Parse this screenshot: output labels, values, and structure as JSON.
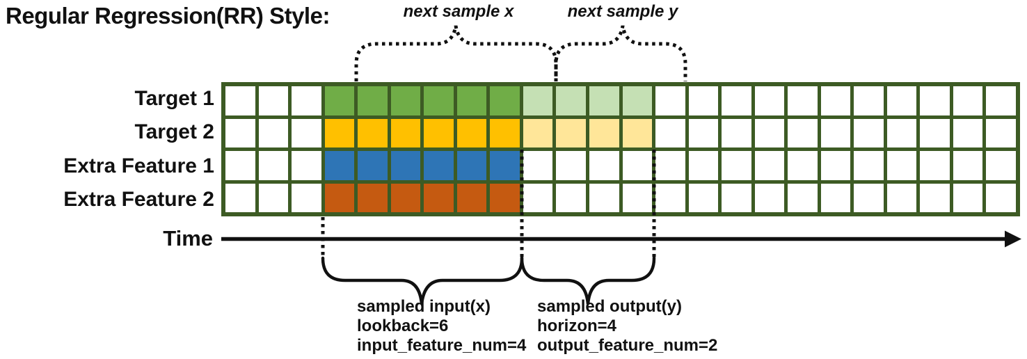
{
  "title": "Regular Regression(RR) Style:",
  "top_annotations": [
    {
      "label": "next sample x"
    },
    {
      "label": "next sample y"
    }
  ],
  "grid": {
    "columns": 24,
    "lead_empty_cols": 3,
    "input_cols": 6,
    "output_cols": 4,
    "border_color": "#3D5B24",
    "cell_color": "#FFFFFF",
    "rows": [
      {
        "label": "Target 1",
        "input_color": "#70AD47",
        "output_color": "#C5E0B4",
        "has_output": true
      },
      {
        "label": "Target 2",
        "input_color": "#FFC000",
        "output_color": "#FFE699",
        "has_output": true
      },
      {
        "label": "Extra Feature 1",
        "input_color": "#2E75B6",
        "output_color": null,
        "has_output": false
      },
      {
        "label": "Extra Feature 2",
        "input_color": "#C55A11",
        "output_color": null,
        "has_output": false
      }
    ]
  },
  "time_axis": {
    "label": "Time"
  },
  "bottom_annotations": [
    {
      "lines": [
        "sampled input(x)",
        "lookback=6",
        "input_feature_num=4"
      ]
    },
    {
      "lines": [
        "sampled output(y)",
        "horizon=4",
        "output_feature_num=2"
      ]
    }
  ]
}
